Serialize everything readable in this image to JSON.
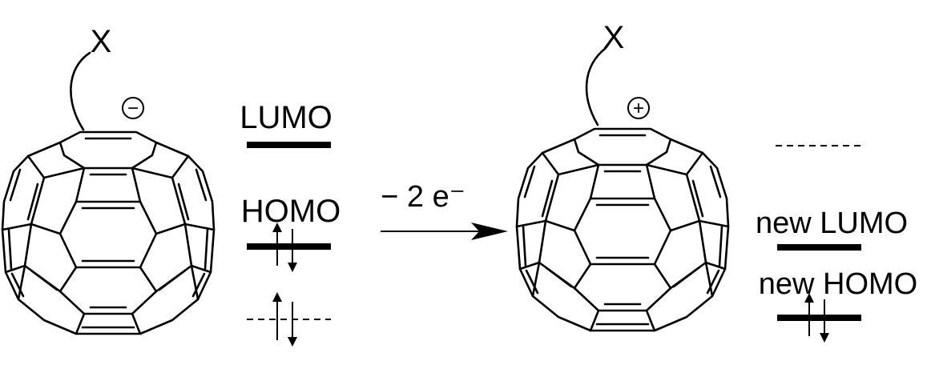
{
  "left_molecule": {
    "substituent": "X",
    "charge": "−"
  },
  "left_levels": {
    "lumo_label": "LUMO",
    "homo_label": "HOMO"
  },
  "reaction": {
    "label": "− 2 e⁻"
  },
  "right_molecule": {
    "substituent": "X",
    "charge": "+"
  },
  "right_levels": {
    "new_lumo_label": "new LUMO",
    "new_homo_label": "new HOMO"
  }
}
